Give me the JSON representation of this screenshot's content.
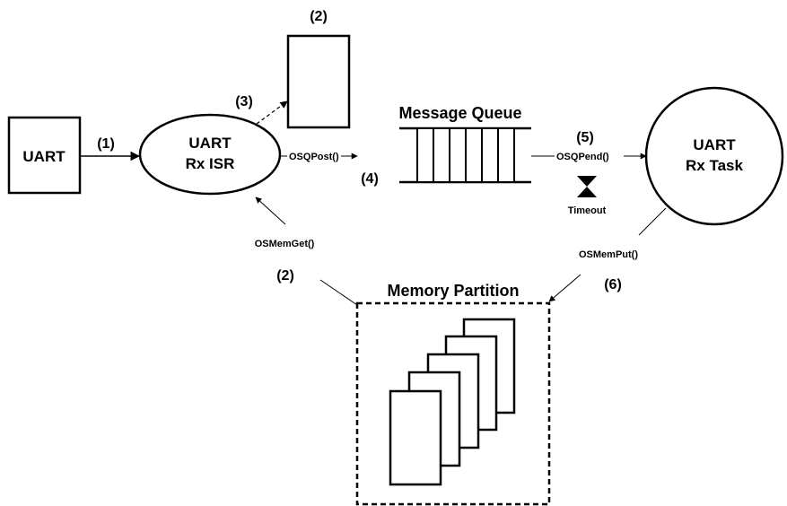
{
  "nodes": {
    "uart": "UART",
    "rx_isr_line1": "UART",
    "rx_isr_line2": "Rx ISR",
    "rx_task_line1": "UART",
    "rx_task_line2": "Rx Task",
    "message_queue": "Message Queue",
    "memory_partition": "Memory Partition",
    "timeout": "Timeout"
  },
  "calls": {
    "osq_post": "OSQPost()",
    "osq_pend": "OSQPend()",
    "os_mem_get": "OSMemGet()",
    "os_mem_put": "OSMemPut()"
  },
  "steps": {
    "s1": "(1)",
    "s2_top": "(2)",
    "s2_bottom": "(2)",
    "s3": "(3)",
    "s4": "(4)",
    "s5": "(5)",
    "s6": "(6)"
  }
}
